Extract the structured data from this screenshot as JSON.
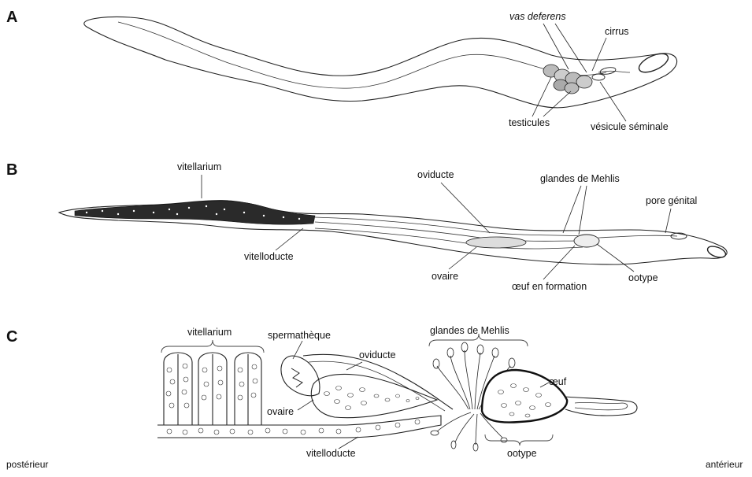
{
  "panels": {
    "A": {
      "letter": "A",
      "labels": {
        "vas_deferens": "vas deferens",
        "cirrus": "cirrus",
        "testicules": "testicules",
        "vesicule_seminale": "vésicule séminale"
      }
    },
    "B": {
      "letter": "B",
      "labels": {
        "vitellarium": "vitellarium",
        "oviducte": "oviducte",
        "glandes_de_mehlis": "glandes  de Mehlis",
        "pore_genital": "pore génital",
        "vitelloducte": "vitelloducte",
        "ovaire": "ovaire",
        "oeuf_en_formation": "œuf en formation",
        "ootype": "ootype"
      }
    },
    "C": {
      "letter": "C",
      "labels": {
        "vitellarium": "vitellarium",
        "spermatheque": "spermathèque",
        "oviducte": "oviducte",
        "glandes_de_mehlis": "glandes  de Mehlis",
        "oeuf": "œuf",
        "ovaire": "ovaire",
        "vitelloducte": "vitelloducte",
        "ootype": "ootype"
      }
    }
  },
  "orientation": {
    "left": "postérieur",
    "right": "antérieur"
  }
}
